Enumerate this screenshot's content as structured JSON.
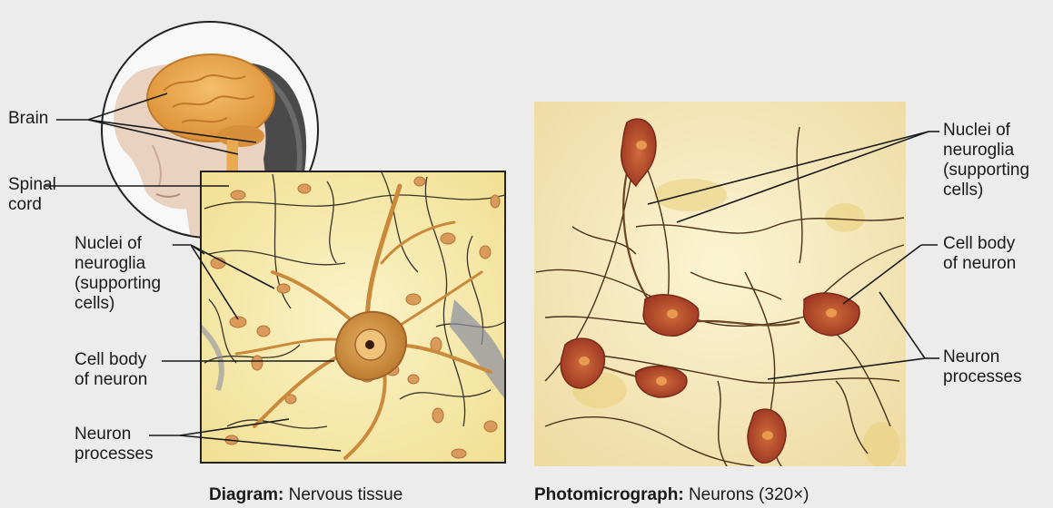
{
  "left_panel": {
    "labels": {
      "brain": "Brain",
      "spinal_cord": "Spinal\ncord",
      "nuclei_neuroglia": "Nuclei of\nneuroglia\n(supporting\ncells)",
      "cell_body": "Cell body\nof neuron",
      "neuron_processes": "Neuron\nprocesses"
    },
    "caption": {
      "bold": "Diagram:",
      "text": " Nervous tissue"
    }
  },
  "right_panel": {
    "labels": {
      "nuclei_neuroglia": "Nuclei of\nneuroglia\n(supporting\ncells)",
      "cell_body": "Cell body\nof neuron",
      "neuron_processes": "Neuron\nprocesses"
    },
    "caption": {
      "bold": "Photomicrograph:",
      "text": " Neurons (320×)"
    }
  },
  "colors": {
    "background": "#ececec",
    "tissue_fill": "#f7ecb0",
    "neuron_diagram": "#c98a3c",
    "neuron_photo": "#b6452c",
    "nucleus": "#d99a5b",
    "brain": "#e9a24a",
    "leader_line": "#1a1a1a"
  }
}
